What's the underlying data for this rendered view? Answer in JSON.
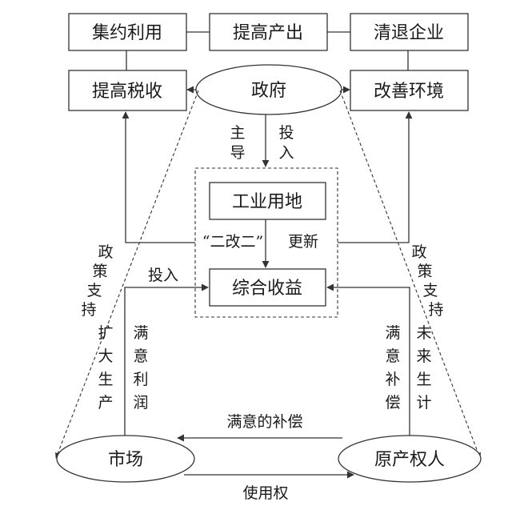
{
  "nodes": {
    "jiyue": "集约利用",
    "tigao_chanchu": "提高产出",
    "qingtui": "清退企业",
    "tigao_shuishou": "提高税收",
    "zhengfu": "政府",
    "gaishan": "改善环境",
    "gongye_yongdi": "工业用地",
    "zonghe_shouyi": "综合收益",
    "shichang": "市场",
    "yuanchan": "原产权人"
  },
  "labels": {
    "zhudao": "主导",
    "touru_gov": "投入",
    "ergaier": "“二改二”",
    "gengxin": "更新",
    "touru_market": "投入",
    "zhengce_left": "政策支持",
    "zhengce_right": "政策支持",
    "kuoda": "扩大生产",
    "manyi_lirun": "满意利润",
    "manyi_buchang": "满意补偿",
    "weilai": "未来生计",
    "manyi_de_buchang": "满意的补偿",
    "shiyongquan": "使用权"
  }
}
